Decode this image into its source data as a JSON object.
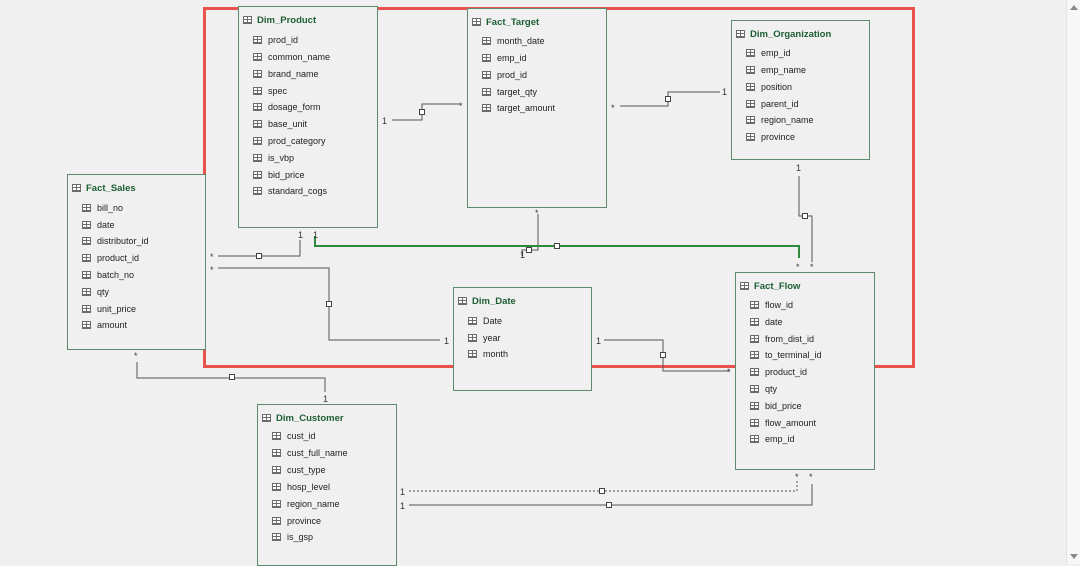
{
  "highlight": {
    "color": "#e8524c"
  },
  "colors": {
    "line": "#555555",
    "active_line": "#2e8b3e",
    "border": "#5c8a6c",
    "title": "#1d5e33"
  },
  "tables": [
    {
      "id": "dim_product",
      "title": "Dim_Product",
      "fields": [
        "prod_id",
        "common_name",
        "brand_name",
        "spec",
        "dosage_form",
        "base_unit",
        "prod_category",
        "is_vbp",
        "bid_price",
        "standard_cogs"
      ]
    },
    {
      "id": "fact_target",
      "title": "Fact_Target",
      "fields": [
        "month_date",
        "emp_id",
        "prod_id",
        "target_qty",
        "target_amount"
      ]
    },
    {
      "id": "dim_organization",
      "title": "Dim_Organization",
      "fields": [
        "emp_id",
        "emp_name",
        "position",
        "parent_id",
        "region_name",
        "province"
      ]
    },
    {
      "id": "fact_sales",
      "title": "Fact_Sales",
      "fields": [
        "bill_no",
        "date",
        "distributor_id",
        "product_id",
        "batch_no",
        "qty",
        "unit_price",
        "amount"
      ]
    },
    {
      "id": "dim_date",
      "title": "Dim_Date",
      "fields": [
        "Date",
        "year",
        "month"
      ]
    },
    {
      "id": "fact_flow",
      "title": "Fact_Flow",
      "fields": [
        "flow_id",
        "date",
        "from_dist_id",
        "to_terminal_id",
        "product_id",
        "qty",
        "bid_price",
        "flow_amount",
        "emp_id"
      ]
    },
    {
      "id": "dim_customer",
      "title": "Dim_Customer",
      "fields": [
        "cust_id",
        "cust_full_name",
        "cust_type",
        "hosp_level",
        "region_name",
        "province",
        "is_gsp"
      ]
    }
  ],
  "relationships": [
    {
      "from": "Dim_Product",
      "from_card": "1",
      "to": "Fact_Target",
      "to_card": "*",
      "active": true
    },
    {
      "from": "Dim_Organization",
      "from_card": "1",
      "to": "Fact_Target",
      "to_card": "*",
      "active": true
    },
    {
      "from": "Dim_Organization",
      "from_card": "1",
      "to": "Fact_Flow",
      "to_card": "*",
      "active": true
    },
    {
      "from": "Dim_Product",
      "from_card": "1",
      "to": "Fact_Sales",
      "to_card": "*",
      "active": true
    },
    {
      "from": "Dim_Product",
      "from_card": "1",
      "to": "Fact_Flow",
      "to_card": "*",
      "active": true,
      "selected": true
    },
    {
      "from": "Dim_Date",
      "from_card": "1",
      "to": "Fact_Sales",
      "to_card": "*",
      "active": true
    },
    {
      "from": "Dim_Date",
      "from_card": "1",
      "to": "Fact_Target",
      "to_card": "*",
      "active": true
    },
    {
      "from": "Dim_Date",
      "from_card": "1",
      "to": "Fact_Flow",
      "to_card": "*",
      "active": true
    },
    {
      "from": "Dim_Customer",
      "from_card": "1",
      "to": "Fact_Sales",
      "to_card": "*",
      "active": true
    },
    {
      "from": "Dim_Customer",
      "from_card": "1",
      "to": "Fact_Flow",
      "to_card": "*",
      "active": false
    },
    {
      "from": "Dim_Customer",
      "from_card": "1",
      "to": "Fact_Flow",
      "to_card": "*",
      "active": true
    }
  ]
}
